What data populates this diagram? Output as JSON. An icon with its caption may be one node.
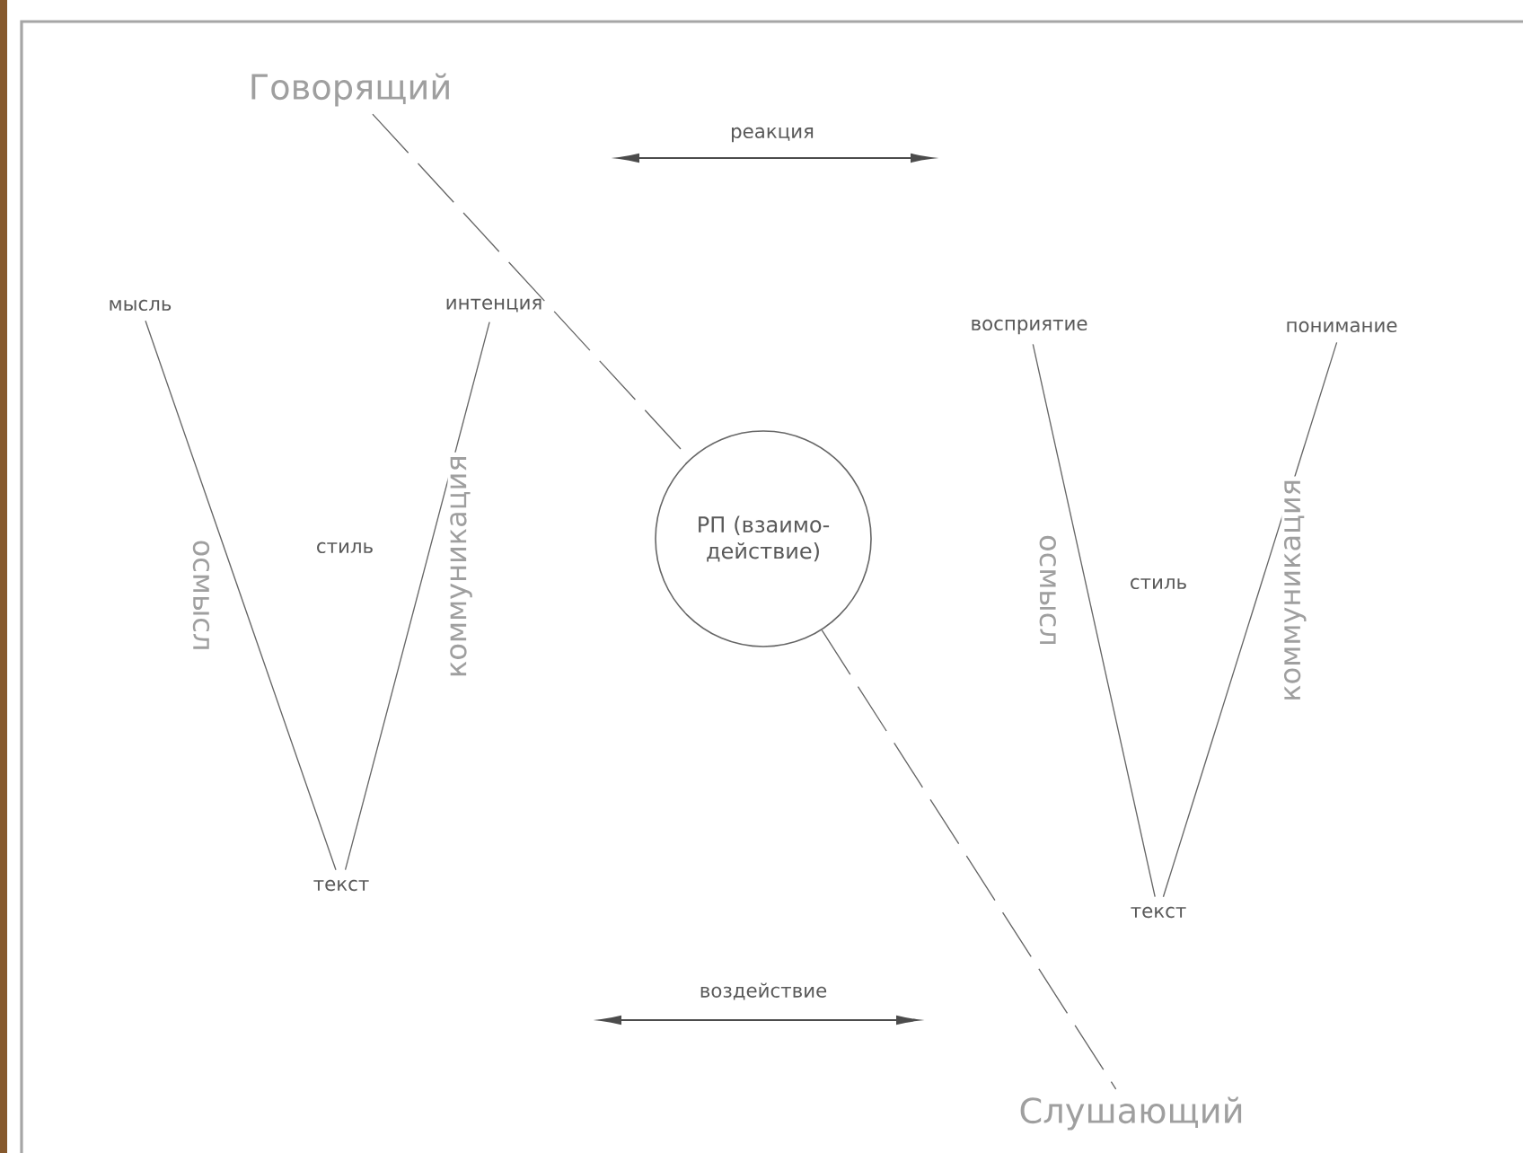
{
  "diagram": {
    "nodes": [
      {
        "text": [
          "Говорящий"
        ]
      },
      {
        "text": [
          "Слушающий"
        ]
      },
      {
        "text": [
          "РП (взаимо- действие)"
        ]
      },
      {
        "text": [
          "мысль"
        ]
      },
      {
        "text": [
          "интенция"
        ]
      },
      {
        "text": [
          "текст"
        ]
      },
      {
        "text": [
          "восприятие"
        ]
      },
      {
        "text": [
          "понимание"
        ]
      },
      {
        "text": [
          "текст"
        ]
      }
    ],
    "edges": [
      {
        "from": 0,
        "to": 2,
        "arrow": "none",
        "style": "dashed"
      },
      {
        "from": 2,
        "to": 1,
        "arrow": "none",
        "style": "dashed"
      },
      {
        "from": 3,
        "to": 5,
        "arrow": "none",
        "label": "осмысл"
      },
      {
        "from": 4,
        "to": 5,
        "arrow": "none",
        "label": "коммуникация"
      },
      {
        "from": 6,
        "to": 8,
        "arrow": "none",
        "label": "осмысл"
      },
      {
        "from": 7,
        "to": 8,
        "arrow": "none",
        "label": "коммуникация"
      }
    ],
    "labels": [
      "реакция",
      "стиль",
      "стиль",
      "воздействие"
    ]
  }
}
